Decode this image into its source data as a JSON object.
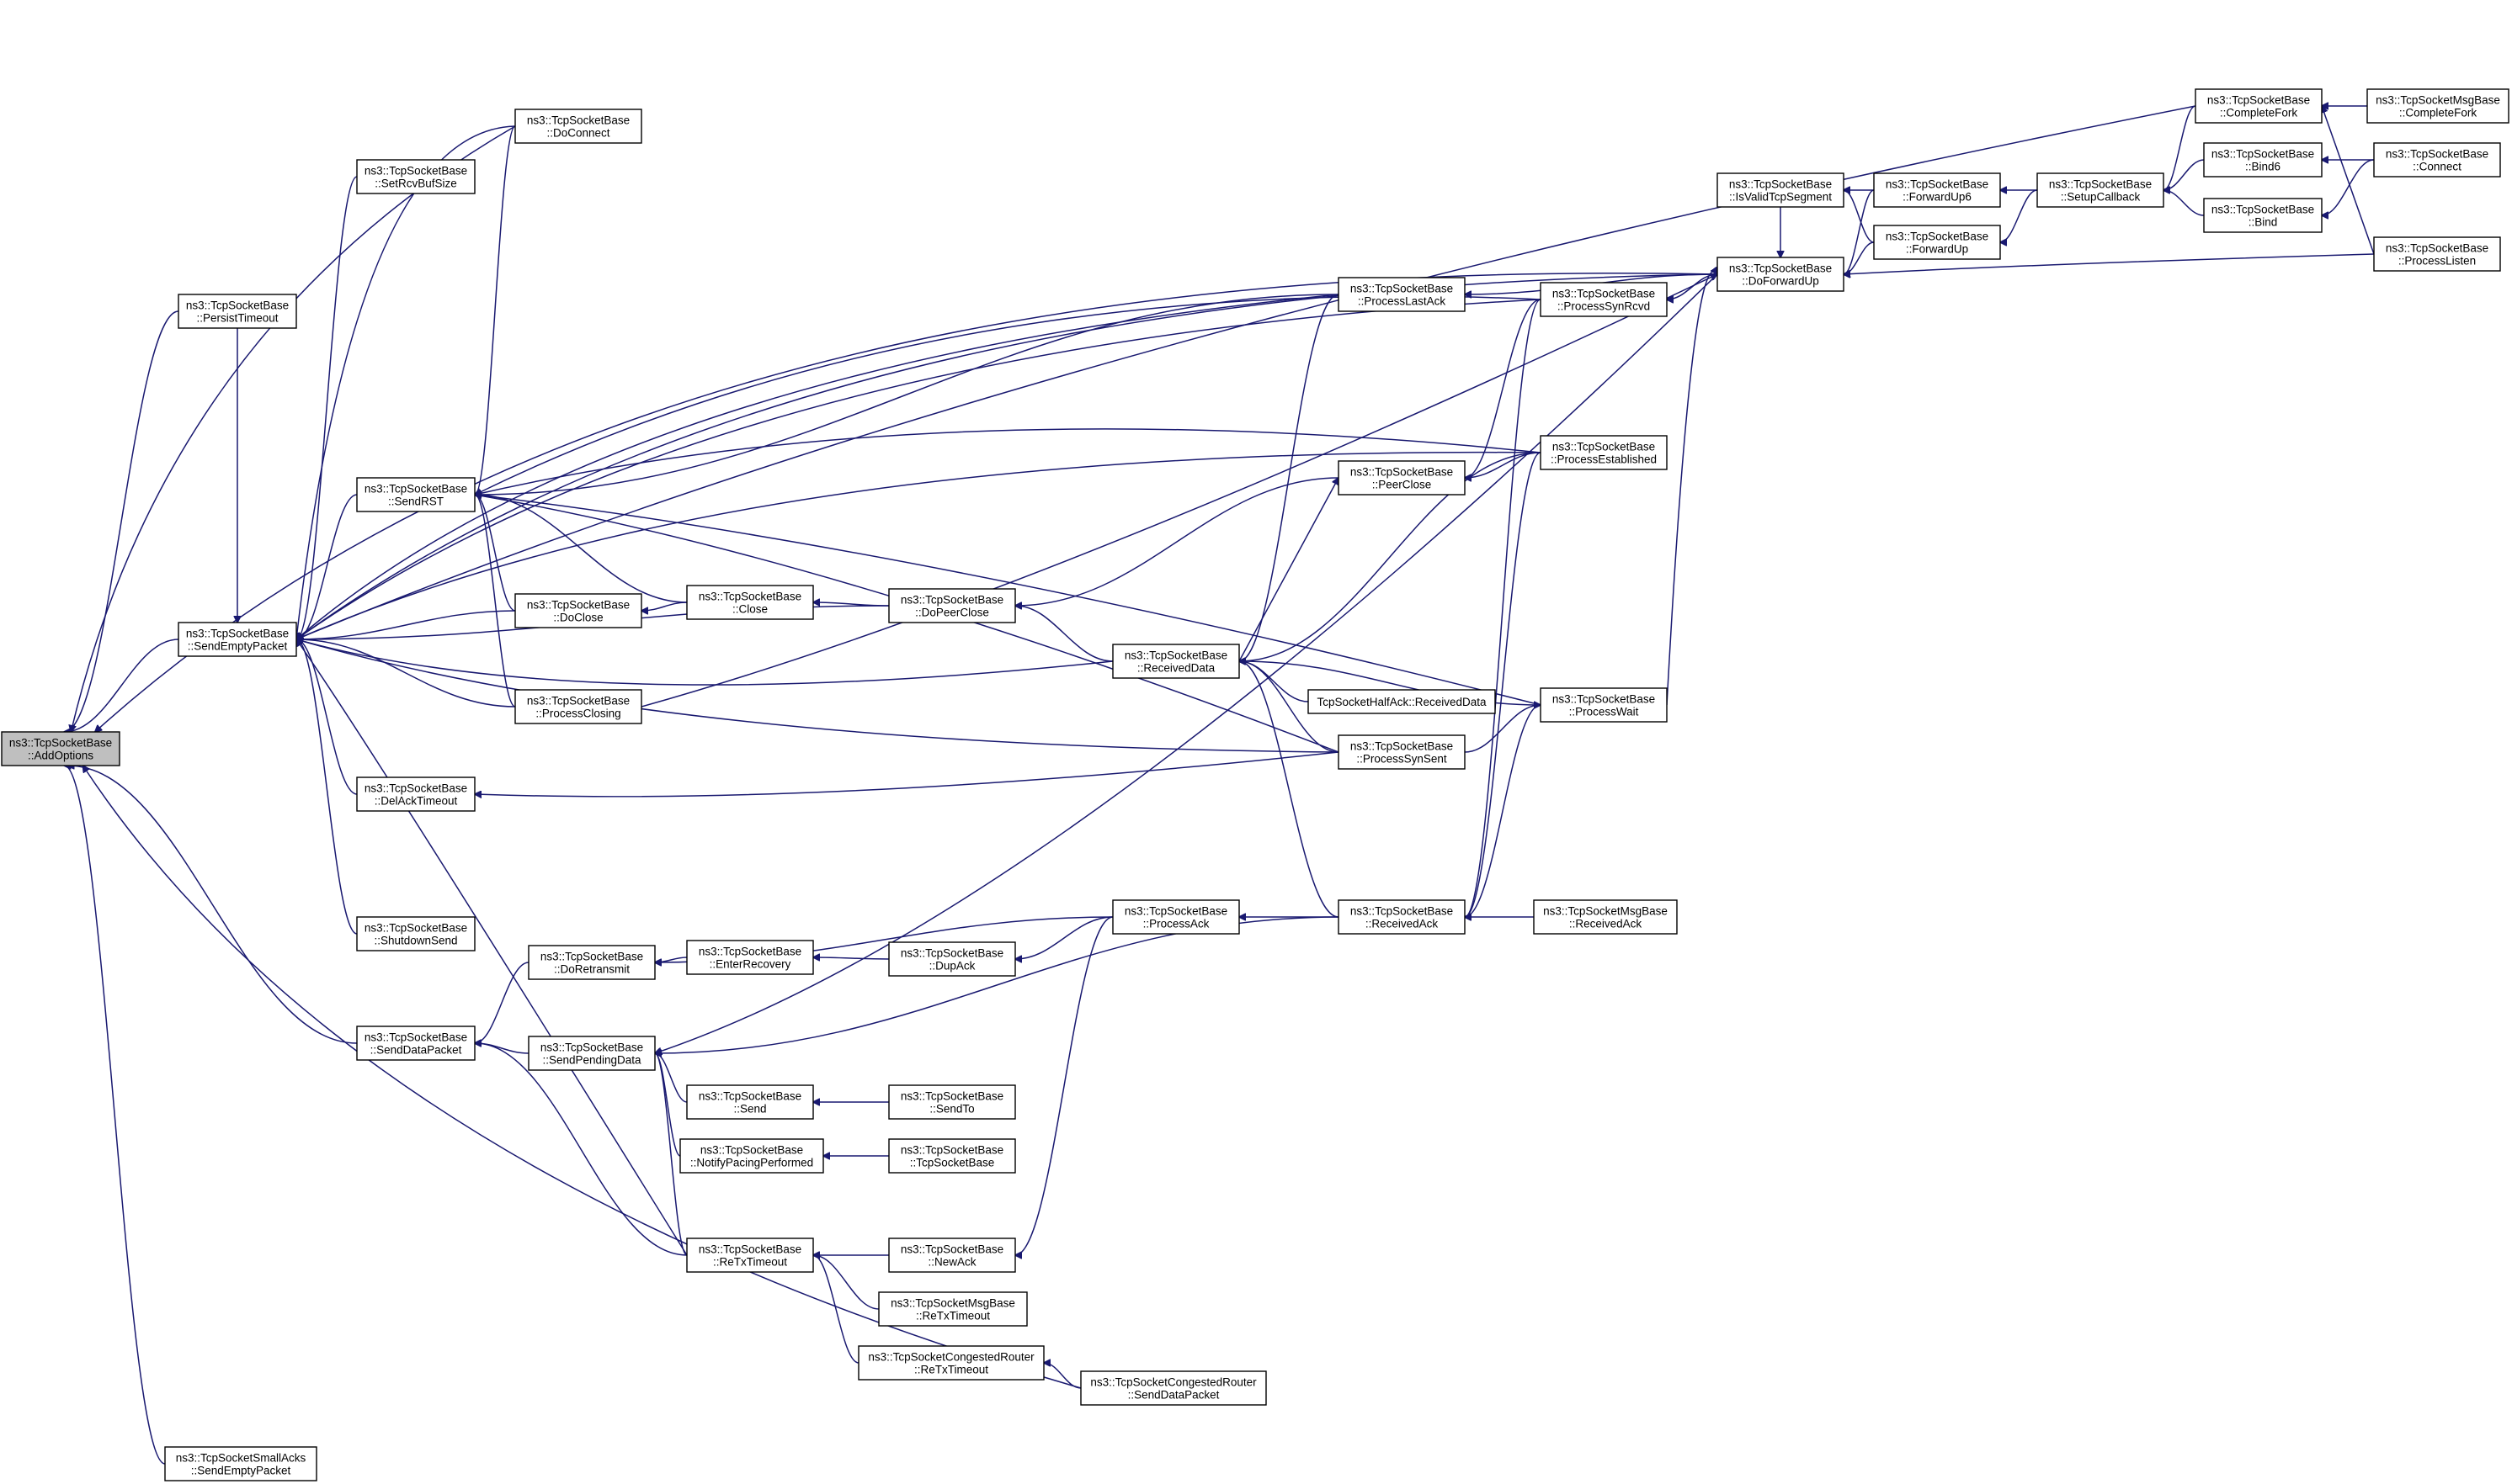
{
  "title": "",
  "colors": {
    "edge": "#191970",
    "node_border": "#000000",
    "node_fill": "#ffffff",
    "root_fill": "#bfbfbf"
  },
  "nodes": [
    {
      "id": "addopts",
      "lines": [
        "ns3::TcpSocketBase",
        "::AddOptions"
      ],
      "root": true
    },
    {
      "id": "persist",
      "lines": [
        "ns3::TcpSocketBase",
        "::PersistTimeout"
      ]
    },
    {
      "id": "sendempty",
      "lines": [
        "ns3::TcpSocketBase",
        "::SendEmptyPacket"
      ]
    },
    {
      "id": "senddata",
      "lines": [
        "ns3::TcpSocketBase",
        "::SendDataPacket"
      ]
    },
    {
      "id": "smallacks",
      "lines": [
        "ns3::TcpSocketSmallAcks",
        "::SendEmptyPacket"
      ]
    },
    {
      "id": "setrcvbuf",
      "lines": [
        "ns3::TcpSocketBase",
        "::SetRcvBufSize"
      ]
    },
    {
      "id": "sendrst",
      "lines": [
        "ns3::TcpSocketBase",
        "::SendRST"
      ]
    },
    {
      "id": "delack",
      "lines": [
        "ns3::TcpSocketBase",
        "::DelAckTimeout"
      ]
    },
    {
      "id": "shutdown",
      "lines": [
        "ns3::TcpSocketBase",
        "::ShutdownSend"
      ]
    },
    {
      "id": "doconnect",
      "lines": [
        "ns3::TcpSocketBase",
        "::DoConnect"
      ]
    },
    {
      "id": "doclose",
      "lines": [
        "ns3::TcpSocketBase",
        "::DoClose"
      ]
    },
    {
      "id": "procclosing",
      "lines": [
        "ns3::TcpSocketBase",
        "::ProcessClosing"
      ]
    },
    {
      "id": "doretx",
      "lines": [
        "ns3::TcpSocketBase",
        "::DoRetransmit"
      ]
    },
    {
      "id": "sendpending",
      "lines": [
        "ns3::TcpSocketBase",
        "::SendPendingData"
      ]
    },
    {
      "id": "close",
      "lines": [
        "ns3::TcpSocketBase",
        "::Close"
      ]
    },
    {
      "id": "enterrec",
      "lines": [
        "ns3::TcpSocketBase",
        "::EnterRecovery"
      ]
    },
    {
      "id": "send",
      "lines": [
        "ns3::TcpSocketBase",
        "::Send"
      ]
    },
    {
      "id": "pacing",
      "lines": [
        "ns3::TcpSocketBase",
        "::NotifyPacingPerformed"
      ]
    },
    {
      "id": "retxto",
      "lines": [
        "ns3::TcpSocketBase",
        "::ReTxTimeout"
      ]
    },
    {
      "id": "dopeerclose",
      "lines": [
        "ns3::TcpSocketBase",
        "::DoPeerClose"
      ]
    },
    {
      "id": "dupack",
      "lines": [
        "ns3::TcpSocketBase",
        "::DupAck"
      ]
    },
    {
      "id": "sendto",
      "lines": [
        "ns3::TcpSocketBase",
        "::SendTo"
      ]
    },
    {
      "id": "ctor",
      "lines": [
        "ns3::TcpSocketBase",
        "::TcpSocketBase"
      ]
    },
    {
      "id": "newack",
      "lines": [
        "ns3::TcpSocketBase",
        "::NewAck"
      ]
    },
    {
      "id": "msgretx",
      "lines": [
        "ns3::TcpSocketMsgBase",
        "::ReTxTimeout"
      ]
    },
    {
      "id": "congretx",
      "lines": [
        "ns3::TcpSocketCongestedRouter",
        "::ReTxTimeout"
      ]
    },
    {
      "id": "recvdata",
      "lines": [
        "ns3::TcpSocketBase",
        "::ReceivedData"
      ]
    },
    {
      "id": "procack",
      "lines": [
        "ns3::TcpSocketBase",
        "::ProcessAck"
      ]
    },
    {
      "id": "congsend",
      "lines": [
        "ns3::TcpSocketCongestedRouter",
        "::SendDataPacket"
      ]
    },
    {
      "id": "proclastack",
      "lines": [
        "ns3::TcpSocketBase",
        "::ProcessLastAck"
      ]
    },
    {
      "id": "peerclose",
      "lines": [
        "ns3::TcpSocketBase",
        "::PeerClose"
      ]
    },
    {
      "id": "halfack",
      "lines": [
        "TcpSocketHalfAck::ReceivedData"
      ]
    },
    {
      "id": "procsynsent",
      "lines": [
        "ns3::TcpSocketBase",
        "::ProcessSynSent"
      ]
    },
    {
      "id": "recvack",
      "lines": [
        "ns3::TcpSocketBase",
        "::ReceivedAck"
      ]
    },
    {
      "id": "procsynrcvd",
      "lines": [
        "ns3::TcpSocketBase",
        "::ProcessSynRcvd"
      ]
    },
    {
      "id": "procest",
      "lines": [
        "ns3::TcpSocketBase",
        "::ProcessEstablished"
      ]
    },
    {
      "id": "procwait",
      "lines": [
        "ns3::TcpSocketBase",
        "::ProcessWait"
      ]
    },
    {
      "id": "msgrecvack",
      "lines": [
        "ns3::TcpSocketMsgBase",
        "::ReceivedAck"
      ]
    },
    {
      "id": "isvalid",
      "lines": [
        "ns3::TcpSocketBase",
        "::IsValidTcpSegment"
      ]
    },
    {
      "id": "doforward",
      "lines": [
        "ns3::TcpSocketBase",
        "::DoForwardUp"
      ]
    },
    {
      "id": "forward6",
      "lines": [
        "ns3::TcpSocketBase",
        "::ForwardUp6"
      ]
    },
    {
      "id": "forward",
      "lines": [
        "ns3::TcpSocketBase",
        "::ForwardUp"
      ]
    },
    {
      "id": "setupcb",
      "lines": [
        "ns3::TcpSocketBase",
        "::SetupCallback"
      ]
    },
    {
      "id": "completefork",
      "lines": [
        "ns3::TcpSocketBase",
        "::CompleteFork"
      ]
    },
    {
      "id": "bind6",
      "lines": [
        "ns3::TcpSocketBase",
        "::Bind6"
      ]
    },
    {
      "id": "bind",
      "lines": [
        "ns3::TcpSocketBase",
        "::Bind"
      ]
    },
    {
      "id": "msgcomplete",
      "lines": [
        "ns3::TcpSocketMsgBase",
        "::CompleteFork"
      ]
    },
    {
      "id": "connect",
      "lines": [
        "ns3::TcpSocketBase",
        "::Connect"
      ]
    },
    {
      "id": "proclisten",
      "lines": [
        "ns3::TcpSocketBase",
        "::ProcessListen"
      ]
    }
  ],
  "edges": [
    [
      "persist",
      "addopts"
    ],
    [
      "sendempty",
      "addopts"
    ],
    [
      "senddata",
      "addopts"
    ],
    [
      "smallacks",
      "addopts"
    ],
    [
      "congsend",
      "addopts"
    ],
    [
      "doconnect",
      "addopts"
    ],
    [
      "doforward",
      "addopts"
    ],
    [
      "setrcvbuf",
      "sendempty"
    ],
    [
      "sendrst",
      "sendempty"
    ],
    [
      "delack",
      "sendempty"
    ],
    [
      "shutdown",
      "sendempty"
    ],
    [
      "doconnect",
      "sendempty"
    ],
    [
      "doclose",
      "sendempty"
    ],
    [
      "procclosing",
      "sendempty"
    ],
    [
      "dopeerclose",
      "sendempty"
    ],
    [
      "recvdata",
      "sendempty"
    ],
    [
      "procsynsent",
      "sendempty"
    ],
    [
      "proclastack",
      "sendempty"
    ],
    [
      "procsynrcvd",
      "sendempty"
    ],
    [
      "procest",
      "sendempty"
    ],
    [
      "doforward",
      "sendempty"
    ],
    [
      "persist",
      "sendempty"
    ],
    [
      "retxto",
      "sendempty"
    ],
    [
      "completefork",
      "sendempty"
    ],
    [
      "doclose",
      "sendrst"
    ],
    [
      "close",
      "sendrst"
    ],
    [
      "procclosing",
      "sendrst"
    ],
    [
      "procsynsent",
      "sendrst"
    ],
    [
      "procsynrcvd",
      "sendrst"
    ],
    [
      "procest",
      "sendrst"
    ],
    [
      "procwait",
      "sendrst"
    ],
    [
      "doconnect",
      "sendrst"
    ],
    [
      "proclastack",
      "sendrst"
    ],
    [
      "close",
      "doclose"
    ],
    [
      "dopeerclose",
      "close"
    ],
    [
      "recvdata",
      "dopeerclose"
    ],
    [
      "peerclose",
      "dopeerclose"
    ],
    [
      "recvdata",
      "peerclose"
    ],
    [
      "proclastack",
      "recvdata"
    ],
    [
      "procsynrcvd",
      "peerclose"
    ],
    [
      "procest",
      "peerclose"
    ],
    [
      "halfack",
      "recvdata"
    ],
    [
      "procsynsent",
      "recvdata"
    ],
    [
      "procwait",
      "recvdata"
    ],
    [
      "recvack",
      "recvdata"
    ],
    [
      "procest",
      "recvdata"
    ],
    [
      "doforward",
      "proclastack"
    ],
    [
      "doforward",
      "procsynrcvd"
    ],
    [
      "procsynsent",
      "delack"
    ],
    [
      "procwait",
      "doforward"
    ],
    [
      "doretx",
      "senddata"
    ],
    [
      "sendpending",
      "senddata"
    ],
    [
      "retxto",
      "senddata"
    ],
    [
      "enterrec",
      "doretx"
    ],
    [
      "procack",
      "doretx"
    ],
    [
      "dupack",
      "enterrec"
    ],
    [
      "procack",
      "dupack"
    ],
    [
      "recvack",
      "procack"
    ],
    [
      "msgrecvack",
      "recvack"
    ],
    [
      "procest",
      "recvack"
    ],
    [
      "procsynrcvd",
      "recvack"
    ],
    [
      "procwait",
      "recvack"
    ],
    [
      "send",
      "sendpending"
    ],
    [
      "pacing",
      "sendpending"
    ],
    [
      "retxto",
      "sendpending"
    ],
    [
      "recvack",
      "sendpending"
    ],
    [
      "doforward",
      "sendpending"
    ],
    [
      "sendto",
      "send"
    ],
    [
      "ctor",
      "pacing"
    ],
    [
      "newack",
      "retxto"
    ],
    [
      "msgretx",
      "retxto"
    ],
    [
      "congretx",
      "retxto"
    ],
    [
      "congsend",
      "congretx"
    ],
    [
      "procack",
      "newack"
    ],
    [
      "procsynsent",
      "procwait"
    ],
    [
      "procclosing",
      "doforward"
    ],
    [
      "isvalid",
      "doforward"
    ],
    [
      "forward6",
      "doforward"
    ],
    [
      "forward",
      "doforward"
    ],
    [
      "proclisten",
      "doforward"
    ],
    [
      "forward6",
      "isvalid"
    ],
    [
      "forward",
      "isvalid"
    ],
    [
      "setupcb",
      "forward6"
    ],
    [
      "setupcb",
      "forward"
    ],
    [
      "completefork",
      "setupcb"
    ],
    [
      "bind6",
      "setupcb"
    ],
    [
      "bind",
      "setupcb"
    ],
    [
      "connect",
      "bind6"
    ],
    [
      "connect",
      "bind"
    ],
    [
      "msgcomplete",
      "completefork"
    ],
    [
      "proclisten",
      "completefork"
    ]
  ]
}
